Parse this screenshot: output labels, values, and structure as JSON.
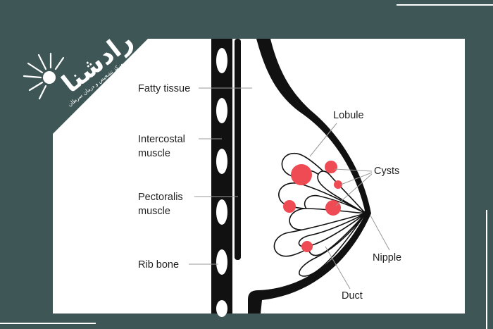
{
  "colors": {
    "background": "#3e5656",
    "panel": "#ffffff",
    "ink": "#111111",
    "cyst": "#ef4b55",
    "leader": "#9a9a9a"
  },
  "brand": {
    "logo_text": "رادشنا",
    "tagline": "مرکز تشخیص و درمان سرطان"
  },
  "labels": {
    "fatty_tissue": "Fatty tissue",
    "intercostal_line1": "Intercostal",
    "intercostal_line2": "muscle",
    "pectoralis_line1": "Pectoralis",
    "pectoralis_line2": "muscle",
    "rib_bone": "Rib bone",
    "lobule": "Lobule",
    "cysts": "Cysts",
    "nipple": "Nipple",
    "duct": "Duct"
  }
}
